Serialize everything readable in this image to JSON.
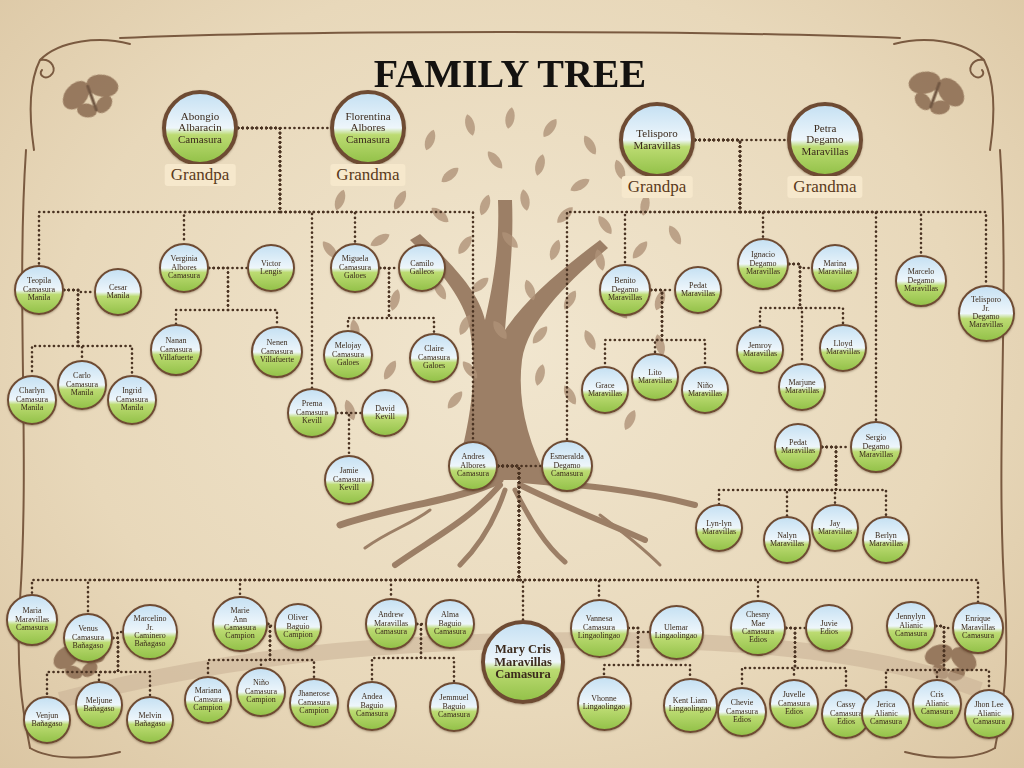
{
  "diagram": {
    "title": "FAMILY TREE",
    "nodes": [
      {
        "text": [
          "Abongio Albaracin Camasura",
          "Grandpa"
        ]
      },
      {
        "text": [
          "Florentina Albores Camasura",
          "Grandma"
        ]
      },
      {
        "text": [
          "Telisporo Maravillas",
          "Grandpa"
        ]
      },
      {
        "text": [
          "Petra Degamo Maravillas",
          "Grandma"
        ]
      },
      {
        "text": [
          "Teopila Camasura Manila"
        ]
      },
      {
        "text": [
          "Cesar Manila"
        ]
      },
      {
        "text": [
          "Verginia Albores Camasura"
        ]
      },
      {
        "text": [
          "Victor Lengis"
        ]
      },
      {
        "text": [
          "Miguela Camasura Galoes"
        ]
      },
      {
        "text": [
          "Camilo Galleos"
        ]
      },
      {
        "text": [
          "Nanan Camasura Villafuerte"
        ]
      },
      {
        "text": [
          "Nenen Camasura Villafuerte"
        ]
      },
      {
        "text": [
          "Melojay Camasura Galoes"
        ]
      },
      {
        "text": [
          "Claire Camasura Galoes"
        ]
      },
      {
        "text": [
          "Charlyn Camasura Manila"
        ]
      },
      {
        "text": [
          "Carlo Camasura Manila"
        ]
      },
      {
        "text": [
          "Ingrid Camasura Manila"
        ]
      },
      {
        "text": [
          "Prema Camasura Kevill"
        ]
      },
      {
        "text": [
          "David Kevill"
        ]
      },
      {
        "text": [
          "Jamie Camasura Kevill"
        ]
      },
      {
        "text": [
          "Andres Albores Camasura"
        ]
      },
      {
        "text": [
          "Esmeralda Degamo Camasura"
        ]
      },
      {
        "text": [
          "Benito Degamo Maravillas"
        ]
      },
      {
        "text": [
          "Pedat Maravillas"
        ]
      },
      {
        "text": [
          "Grace Maravillas"
        ]
      },
      {
        "text": [
          "Lito Maravillas"
        ]
      },
      {
        "text": [
          "Niño Maravillas"
        ]
      },
      {
        "text": [
          "Ignacio Degamo Maravillas"
        ]
      },
      {
        "text": [
          "Marina Maravillas"
        ]
      },
      {
        "text": [
          "Marcelo Degamo Maravillas"
        ]
      },
      {
        "text": [
          "Telisporo Jr. Degamo Maravillas"
        ]
      },
      {
        "text": [
          "Jemroy Maravillas"
        ]
      },
      {
        "text": [
          "Lloyd Maravillas"
        ]
      },
      {
        "text": [
          "Marjune Maravillas"
        ]
      },
      {
        "text": [
          "Pedat Maravillas"
        ]
      },
      {
        "text": [
          "Sergio Degamo Maravillas"
        ]
      },
      {
        "text": [
          "Lyn-lyn Maravillas"
        ]
      },
      {
        "text": [
          "Nalyn Maravillas"
        ]
      },
      {
        "text": [
          "Jay Maravillas"
        ]
      },
      {
        "text": [
          "Berlyn Maravillas"
        ]
      },
      {
        "text": [
          "Maria Maravillas Camasura"
        ]
      },
      {
        "text": [
          "Venus Camasura Bañagaso"
        ]
      },
      {
        "text": [
          "Marcelino Jr. Caminero Bañagaso"
        ]
      },
      {
        "text": [
          "Venjun Bañagaso"
        ]
      },
      {
        "text": [
          "Meljune Bañagaso"
        ]
      },
      {
        "text": [
          "Melvin Bañagaso"
        ]
      },
      {
        "text": [
          "Marie Ann Camasura Campion"
        ]
      },
      {
        "text": [
          "Oliver Baguio Campion"
        ]
      },
      {
        "text": [
          "Mariana Camsura Campion"
        ]
      },
      {
        "text": [
          "Niño Camasura Campion"
        ]
      },
      {
        "text": [
          "Jhanerose Camasura Campion"
        ]
      },
      {
        "text": [
          "Andrew Maravillas Camasura"
        ]
      },
      {
        "text": [
          "Alma Baguio Camasura"
        ]
      },
      {
        "text": [
          "Andea Baguio Camasura"
        ]
      },
      {
        "text": [
          "Jemmuel Baguio Camasura"
        ]
      },
      {
        "text": [
          "Mary Cris Maravillas Camasura"
        ]
      },
      {
        "text": [
          "Vannesa Camasura Lingaolingao"
        ]
      },
      {
        "text": [
          "Ulemar Lingaolingao"
        ]
      },
      {
        "text": [
          "Vhonne Lingaolingao"
        ]
      },
      {
        "text": [
          "Kent Liam Lingaolingao"
        ]
      },
      {
        "text": [
          "Chesny Mae Camasura Edios"
        ]
      },
      {
        "text": [
          "Juvie Edios"
        ]
      },
      {
        "text": [
          "Chevie Camasura Edios"
        ]
      },
      {
        "text": [
          "Juvelle Camasura Edios"
        ]
      },
      {
        "text": [
          "Cassy Camasura Edios"
        ]
      },
      {
        "text": [
          "Jennylyn Alianic Camasura"
        ]
      },
      {
        "text": [
          "Enrique Maravillas Camasura"
        ]
      },
      {
        "text": [
          "Jerica Alianic Camasura"
        ]
      },
      {
        "text": [
          "Cris Alianic Camasura"
        ]
      },
      {
        "text": [
          "Jhon Lee Alianic Camasura"
        ]
      }
    ],
    "edges": [
      {
        "from": 0,
        "to": 1,
        "arrow": "none"
      },
      {
        "from": 2,
        "to": 3,
        "arrow": "none"
      },
      {
        "from": 4,
        "to": 5,
        "arrow": "none"
      },
      {
        "from": 6,
        "to": 7,
        "arrow": "none"
      },
      {
        "from": 8,
        "to": 9,
        "arrow": "none"
      },
      {
        "from": 17,
        "to": 18,
        "arrow": "none"
      },
      {
        "from": 20,
        "to": 21,
        "arrow": "none"
      },
      {
        "from": 22,
        "to": 23,
        "arrow": "none"
      },
      {
        "from": 27,
        "to": 28,
        "arrow": "none"
      },
      {
        "from": 34,
        "to": 35,
        "arrow": "none"
      },
      {
        "from": 41,
        "to": 42,
        "arrow": "none"
      },
      {
        "from": 46,
        "to": 47,
        "arrow": "none"
      },
      {
        "from": 51,
        "to": 52,
        "arrow": "none"
      },
      {
        "from": 56,
        "to": 57,
        "arrow": "none"
      },
      {
        "from": 60,
        "to": 61,
        "arrow": "none"
      },
      {
        "from": 65,
        "to": 66,
        "arrow": "none"
      },
      {
        "from": 0,
        "to": 4,
        "arrow": "none"
      },
      {
        "from": 0,
        "to": 6,
        "arrow": "none"
      },
      {
        "from": 0,
        "to": 17,
        "arrow": "none"
      },
      {
        "from": 0,
        "to": 8,
        "arrow": "none"
      },
      {
        "from": 0,
        "to": 20,
        "arrow": "none"
      },
      {
        "from": 2,
        "to": 21,
        "arrow": "none"
      },
      {
        "from": 2,
        "to": 22,
        "arrow": "none"
      },
      {
        "from": 2,
        "to": 27,
        "arrow": "none"
      },
      {
        "from": 2,
        "to": 35,
        "arrow": "none"
      },
      {
        "from": 2,
        "to": 29,
        "arrow": "none"
      },
      {
        "from": 2,
        "to": 30,
        "arrow": "none"
      },
      {
        "from": 4,
        "to": 14,
        "arrow": "none"
      },
      {
        "from": 4,
        "to": 15,
        "arrow": "none"
      },
      {
        "from": 4,
        "to": 16,
        "arrow": "none"
      },
      {
        "from": 6,
        "to": 10,
        "arrow": "none"
      },
      {
        "from": 6,
        "to": 11,
        "arrow": "none"
      },
      {
        "from": 8,
        "to": 12,
        "arrow": "none"
      },
      {
        "from": 8,
        "to": 13,
        "arrow": "none"
      },
      {
        "from": 17,
        "to": 19,
        "arrow": "none"
      },
      {
        "from": 20,
        "to": 40,
        "arrow": "none"
      },
      {
        "from": 20,
        "to": 41,
        "arrow": "none"
      },
      {
        "from": 20,
        "to": 46,
        "arrow": "none"
      },
      {
        "from": 20,
        "to": 51,
        "arrow": "none"
      },
      {
        "from": 20,
        "to": 55,
        "arrow": "none"
      },
      {
        "from": 20,
        "to": 56,
        "arrow": "none"
      },
      {
        "from": 20,
        "to": 60,
        "arrow": "none"
      },
      {
        "from": 20,
        "to": 66,
        "arrow": "none"
      },
      {
        "from": 22,
        "to": 24,
        "arrow": "none"
      },
      {
        "from": 22,
        "to": 25,
        "arrow": "none"
      },
      {
        "from": 22,
        "to": 26,
        "arrow": "none"
      },
      {
        "from": 27,
        "to": 31,
        "arrow": "none"
      },
      {
        "from": 27,
        "to": 32,
        "arrow": "none"
      },
      {
        "from": 27,
        "to": 33,
        "arrow": "none"
      },
      {
        "from": 34,
        "to": 36,
        "arrow": "none"
      },
      {
        "from": 34,
        "to": 37,
        "arrow": "none"
      },
      {
        "from": 34,
        "to": 38,
        "arrow": "none"
      },
      {
        "from": 34,
        "to": 39,
        "arrow": "none"
      },
      {
        "from": 41,
        "to": 43,
        "arrow": "none"
      },
      {
        "from": 41,
        "to": 44,
        "arrow": "none"
      },
      {
        "from": 41,
        "to": 45,
        "arrow": "none"
      },
      {
        "from": 46,
        "to": 48,
        "arrow": "none"
      },
      {
        "from": 46,
        "to": 49,
        "arrow": "none"
      },
      {
        "from": 46,
        "to": 50,
        "arrow": "none"
      },
      {
        "from": 51,
        "to": 53,
        "arrow": "none"
      },
      {
        "from": 51,
        "to": 54,
        "arrow": "none"
      },
      {
        "from": 56,
        "to": 58,
        "arrow": "none"
      },
      {
        "from": 56,
        "to": 59,
        "arrow": "none"
      },
      {
        "from": 60,
        "to": 62,
        "arrow": "none"
      },
      {
        "from": 60,
        "to": 63,
        "arrow": "none"
      },
      {
        "from": 60,
        "to": 64,
        "arrow": "none"
      },
      {
        "from": 65,
        "to": 67,
        "arrow": "none"
      },
      {
        "from": 65,
        "to": 68,
        "arrow": "none"
      },
      {
        "from": 65,
        "to": 69,
        "arrow": "none"
      }
    ]
  }
}
